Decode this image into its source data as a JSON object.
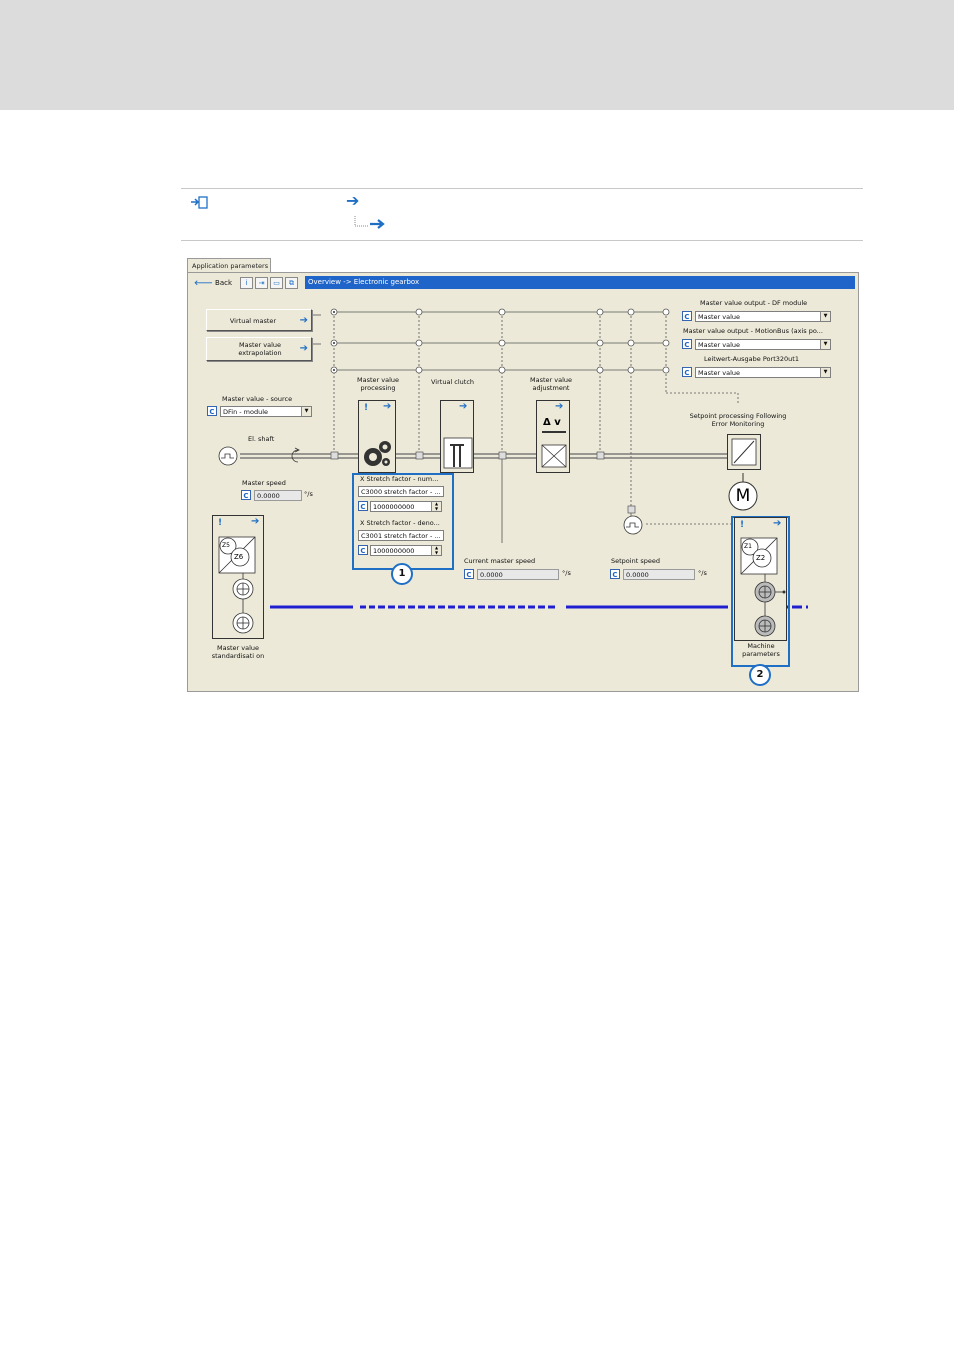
{
  "toolbar": {
    "back_label": "Back",
    "breadcrumb": "Overview -> Electronic gearbox",
    "tab_label": "Application parameters"
  },
  "left_buttons": {
    "virtual_master": "Virtual master",
    "extrapolation": "Master value extrapolation"
  },
  "outputs": [
    {
      "title": "Master value output - DF module",
      "value": "Master value"
    },
    {
      "title": "Master value output - MotionBus (axis po...",
      "value": "Master value"
    },
    {
      "title": "Leitwert-Ausgabe Port320ut1",
      "value": "Master value"
    }
  ],
  "source": {
    "label": "Master value - source",
    "value": "DFin - module"
  },
  "labels": {
    "el_shaft": "El. shaft",
    "master_processing": "Master value processing",
    "virtual_clutch": "Virtual clutch",
    "master_adjust": "Master value adjustment",
    "setpoint_processing": "Setpoint processing Following Error Monitoring",
    "std_block": "Master value standardisati on",
    "machine_block": "Machine parameters",
    "delta_v": "Δ v"
  },
  "speeds": {
    "master": {
      "label": "Master speed",
      "value": "0.0000",
      "unit": "°/s"
    },
    "current": {
      "label": "Current master speed",
      "value": "0.0000",
      "unit": "°/s"
    },
    "setpoint": {
      "label": "Setpoint speed",
      "value": "0.0000",
      "unit": "°/s"
    }
  },
  "stretch": {
    "num_header": "X Stretch factor - num...",
    "num_name": "C3000 stretch factor - ...",
    "num_value": "1000000000",
    "den_header": "X Stretch factor - deno...",
    "den_name": "C3001 stretch factor - ...",
    "den_value": "1000000000"
  },
  "callouts": {
    "one": "1",
    "two": "2"
  },
  "glyphs": {
    "c": "C",
    "motor": "M",
    "z5": "Z5",
    "z6": "Z6",
    "z1": "Z1",
    "z2": "Z2"
  },
  "colors": {
    "accent": "#1f6fc5",
    "panel": "#ece9d8",
    "crumb": "#1f64c8"
  }
}
